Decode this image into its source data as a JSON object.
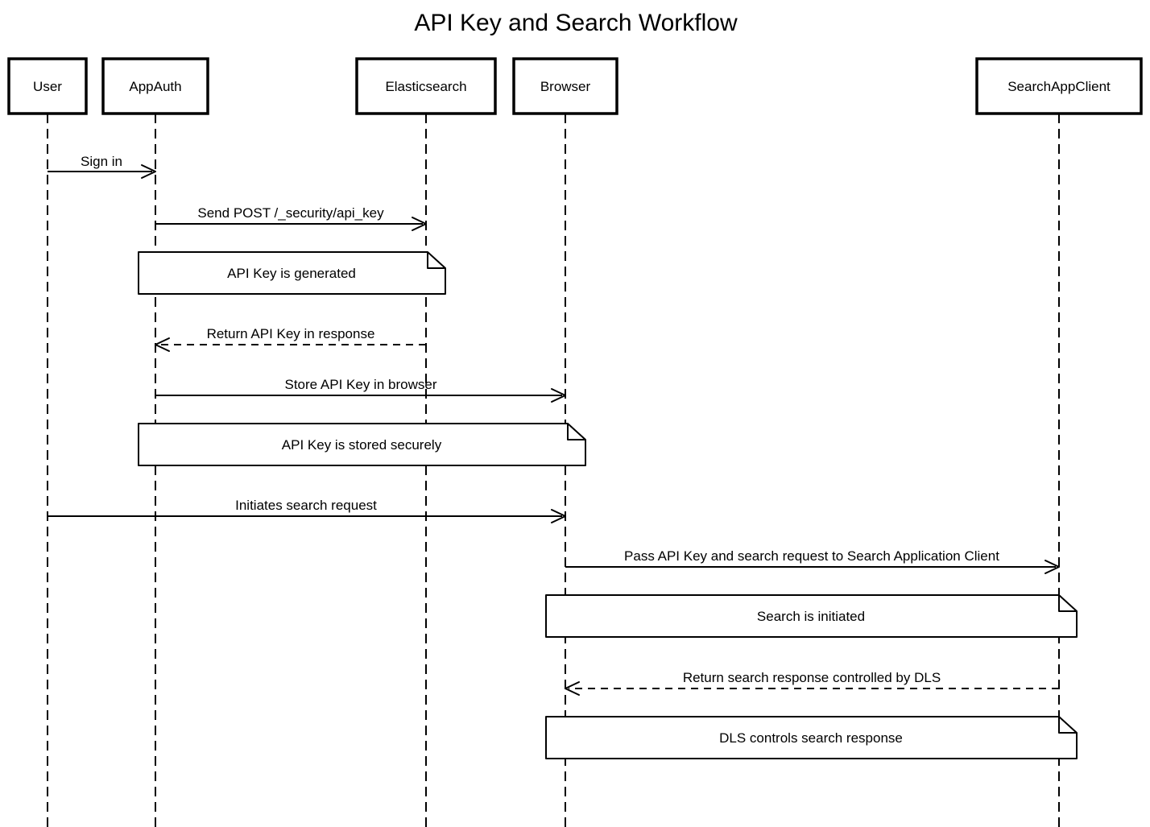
{
  "title": "API Key and Search Workflow",
  "colors": {
    "stroke": "#000000",
    "background": "#ffffff"
  },
  "participants": [
    {
      "name": "User"
    },
    {
      "name": "AppAuth"
    },
    {
      "name": "Elasticsearch"
    },
    {
      "name": "Browser"
    },
    {
      "name": "SearchAppClient"
    }
  ],
  "messages": [
    {
      "label": "Sign in",
      "from": "User",
      "to": "AppAuth",
      "line": "solid"
    },
    {
      "label": "Send POST /_security/api_key",
      "from": "AppAuth",
      "to": "Elasticsearch",
      "line": "solid"
    },
    {
      "label": "Return API Key in response",
      "from": "Elasticsearch",
      "to": "AppAuth",
      "line": "dashed"
    },
    {
      "label": "Store API Key in browser",
      "from": "AppAuth",
      "to": "Browser",
      "line": "solid"
    },
    {
      "label": "Initiates search request",
      "from": "User",
      "to": "Browser",
      "line": "solid"
    },
    {
      "label": "Pass API Key and search request to Search Application Client",
      "from": "Browser",
      "to": "SearchAppClient",
      "line": "solid"
    },
    {
      "label": "Return search response controlled by DLS",
      "from": "SearchAppClient",
      "to": "Browser",
      "line": "dashed"
    }
  ],
  "notes": [
    {
      "text": "API Key is generated",
      "over": "AppAuth, Elasticsearch"
    },
    {
      "text": "API Key is stored securely",
      "over": "AppAuth, Browser"
    },
    {
      "text": "Search is initiated",
      "over": "Browser, SearchAppClient"
    },
    {
      "text": "DLS controls search response",
      "over": "Browser, SearchAppClient"
    }
  ]
}
